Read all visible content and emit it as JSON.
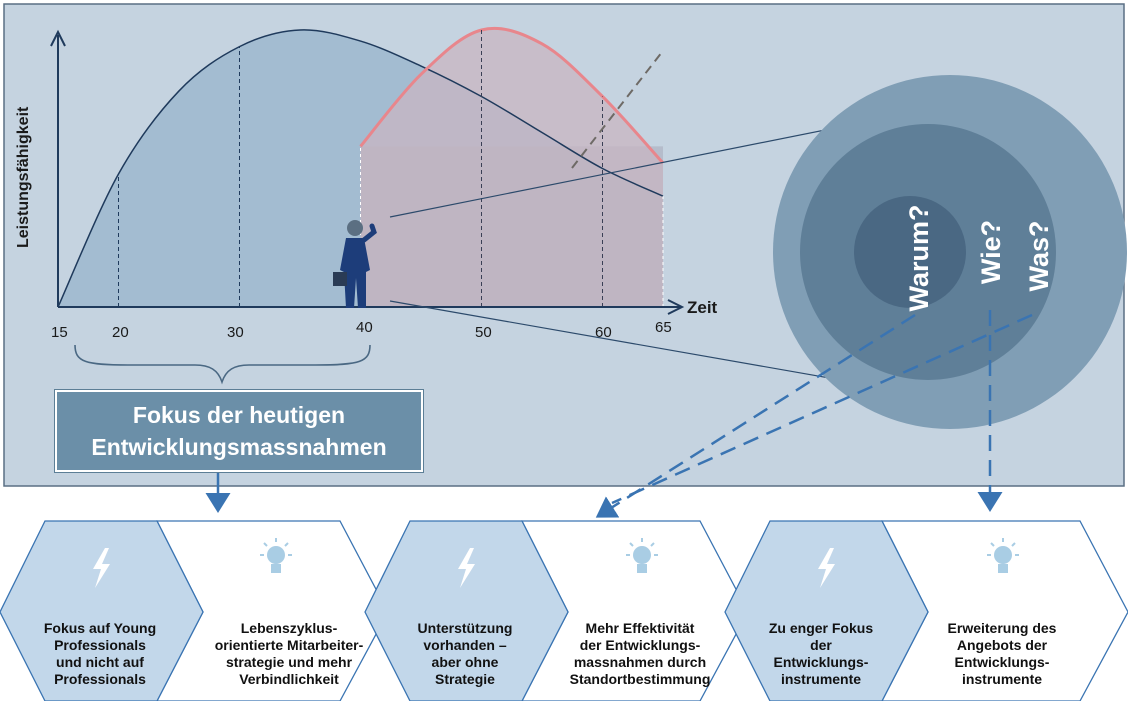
{
  "chart_data": {
    "type": "area",
    "ylabel": "Leistungsfähigkeit",
    "xlabel": "Zeit",
    "x_ticks": [
      "15",
      "20",
      "30",
      "40",
      "50",
      "60",
      "65"
    ],
    "series": [
      {
        "x": [
          15,
          20,
          25,
          30,
          35,
          40,
          45,
          50,
          55,
          60,
          65
        ],
        "y": [
          0,
          0.48,
          0.78,
          0.94,
          1.0,
          0.96,
          0.87,
          0.76,
          0.63,
          0.5,
          0.4
        ]
      },
      {
        "x": [
          40,
          45,
          50,
          55,
          60,
          65
        ],
        "y": [
          0.58,
          0.84,
          1.0,
          0.95,
          0.76,
          0.52
        ]
      }
    ]
  },
  "focus_label": [
    "Fokus der heutigen",
    "Entwicklungsmassnahmen"
  ],
  "circles": {
    "inner": "Warum?",
    "middle": "Wie?",
    "outer": "Was?"
  },
  "cards": [
    {
      "lines": [
        "Fokus auf Young",
        "Professionals",
        "und nicht auf",
        "Professionals"
      ]
    },
    {
      "lines": [
        "Lebenszyklus-",
        "orientierte Mitarbeiter-",
        "strategie und mehr",
        "Verbindlichkeit"
      ]
    },
    {
      "lines": [
        "Unterstützung",
        "vorhanden –",
        "aber ohne",
        "Strategie"
      ]
    },
    {
      "lines": [
        "Mehr Effektivität",
        "der Entwicklungs-",
        "massnahmen durch",
        "Standortbestimmung"
      ]
    },
    {
      "lines": [
        "Zu enger Fokus",
        "der",
        "Entwicklungs-",
        "instrumente"
      ]
    },
    {
      "lines": [
        "Erweiterung des",
        "Angebots der",
        "Entwicklungs-",
        "instrumente"
      ]
    }
  ],
  "colors": {
    "panel_bg": "#c5d3e0",
    "area_blue": "#9fb9cf",
    "area_gray": "#a8aab9",
    "pink_area": "#c8b5c2",
    "pink_line": "#e8868c",
    "ring_outer": "#809eb5",
    "ring_middle": "#5f7f98",
    "ring_inner": "#4a6883",
    "hex_fill": "#c2d7ea",
    "arrow_blue": "#3a74b2"
  }
}
